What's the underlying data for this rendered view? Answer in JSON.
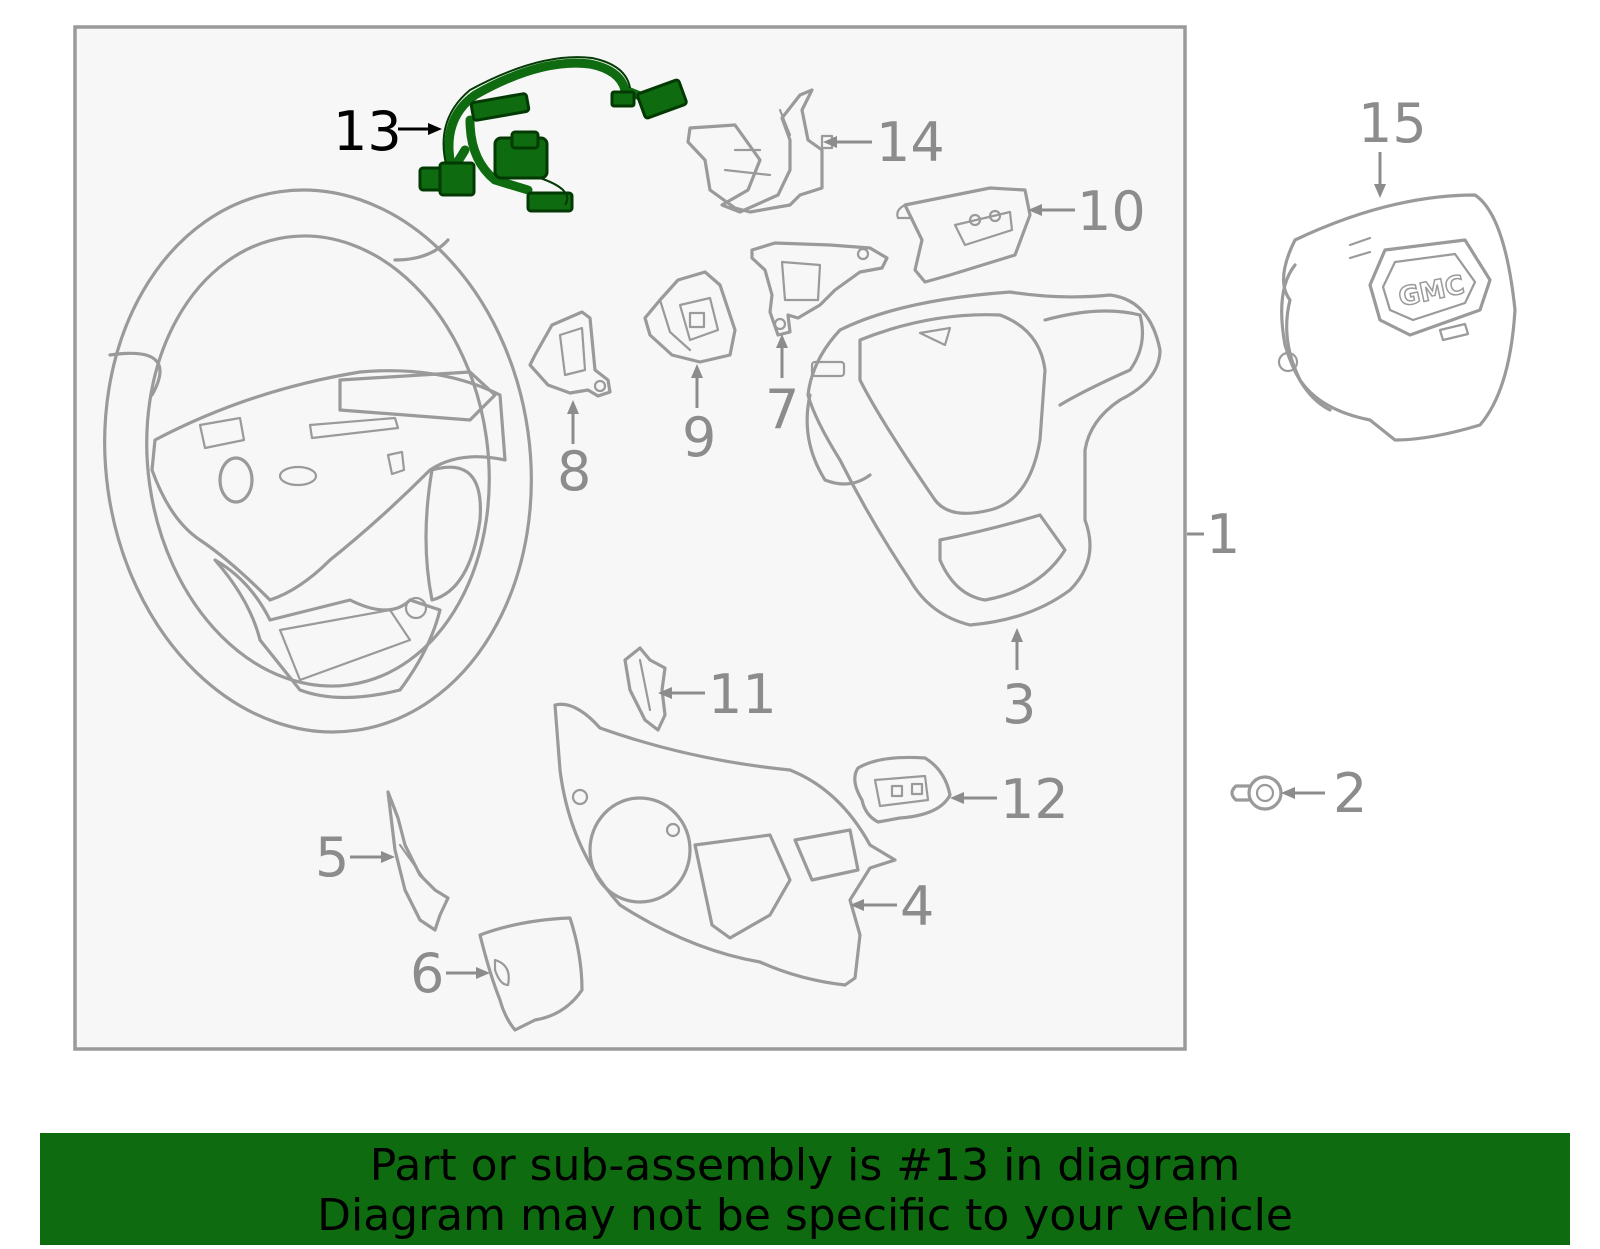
{
  "diagram": {
    "callouts": {
      "p1": "1",
      "p2": "2",
      "p3": "3",
      "p4": "4",
      "p5": "5",
      "p6": "6",
      "p7": "7",
      "p8": "8",
      "p9": "9",
      "p10": "10",
      "p11": "11",
      "p12": "12",
      "p13": "13",
      "p14": "14",
      "p15": "15"
    },
    "highlighted_part": "13",
    "badge_text": "GMC",
    "colors": {
      "highlight": "#0f6b0f",
      "outline": "#9a9a9a",
      "panel_bg": "#f7f7f7",
      "banner_bg": "#0f6b0f"
    }
  },
  "banner": {
    "line1": "Part or sub-assembly is #13 in diagram",
    "line2": "Diagram may not be specific to your vehicle"
  }
}
